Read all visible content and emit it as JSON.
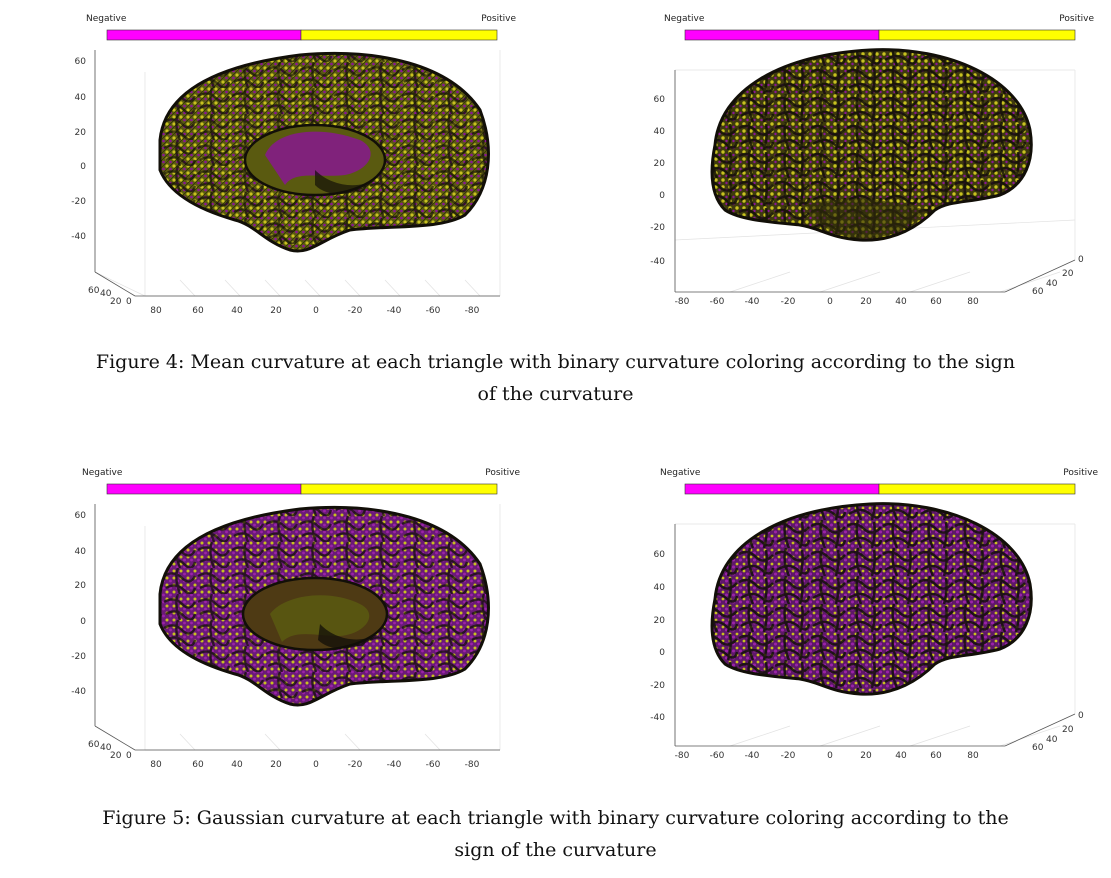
{
  "colorbar": {
    "negative_label": "Negative",
    "positive_label": "Positive",
    "negative_color": "#ff00ff",
    "positive_color": "#ffff00"
  },
  "surface_colors": {
    "purple": "#8a1496",
    "olive": "#5a5a10",
    "dark": "#120f08",
    "yellow": "#c8c220"
  },
  "medial_axes": {
    "z_ticks": [
      "60",
      "40",
      "20",
      "0",
      "-20",
      "-40"
    ],
    "depth_ticks": [
      "60",
      "40",
      "20",
      "0"
    ],
    "x_ticks": [
      "80",
      "60",
      "40",
      "20",
      "0",
      "-20",
      "-40",
      "-60",
      "-80"
    ]
  },
  "lateral_axes": {
    "z_ticks": [
      "60",
      "40",
      "20",
      "0",
      "-20",
      "-40"
    ],
    "x_ticks": [
      "-80",
      "-60",
      "-40",
      "-20",
      "0",
      "20",
      "40",
      "60",
      "80"
    ],
    "depth_ticks": [
      "0",
      "20",
      "40",
      "60"
    ]
  },
  "figures": [
    {
      "caption_lines": [
        "Figure 4: Mean curvature at each triangle with binary curvature coloring according to the sign",
        "of the curvature"
      ]
    },
    {
      "caption_lines": [
        "Figure 5: Gaussian curvature at each triangle with binary curvature coloring according to the",
        "sign of the curvature"
      ]
    }
  ]
}
